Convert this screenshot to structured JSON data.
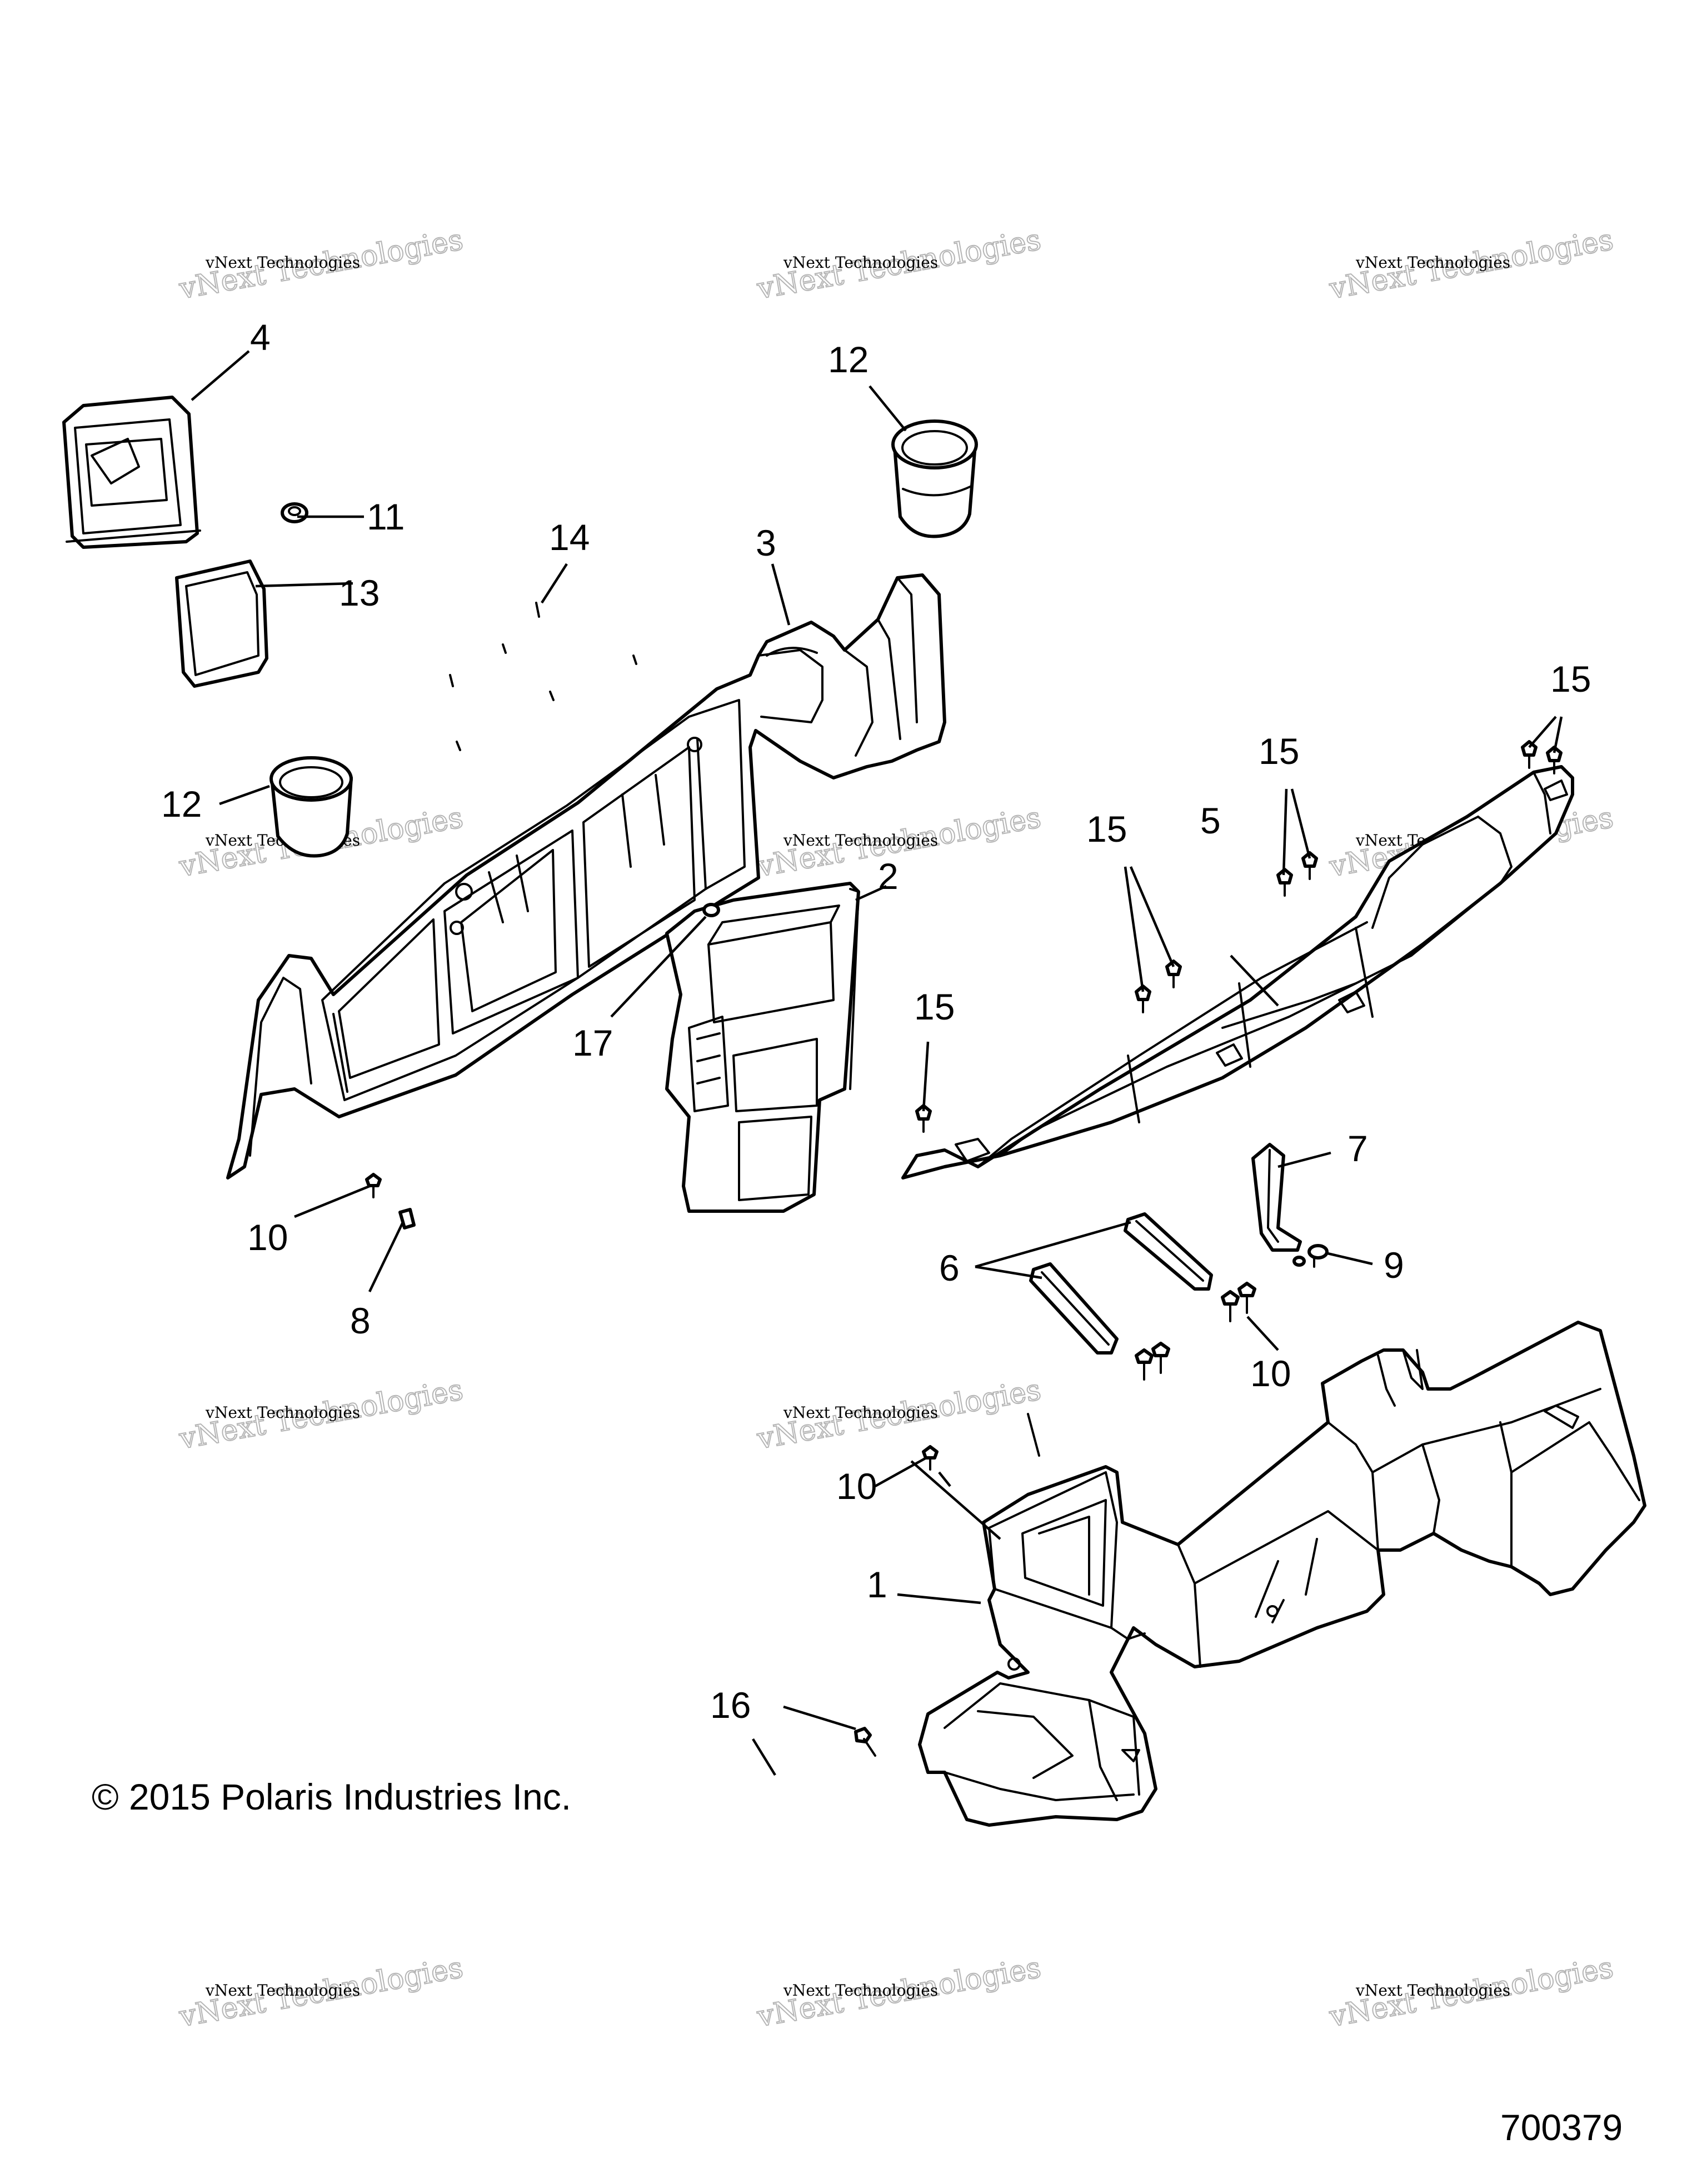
{
  "diagram": {
    "callouts": [
      "1",
      "2",
      "3",
      "4",
      "5",
      "6",
      "7",
      "8",
      "9",
      "10",
      "10",
      "10",
      "10",
      "11",
      "12",
      "12",
      "13",
      "14",
      "15",
      "15",
      "15",
      "15",
      "16",
      "17"
    ],
    "copyright": "© 2015 Polaris Industries Inc.",
    "document_number": "700379",
    "watermark": {
      "line1": "vNext Technologies",
      "line2": "vNext Technologies"
    }
  }
}
